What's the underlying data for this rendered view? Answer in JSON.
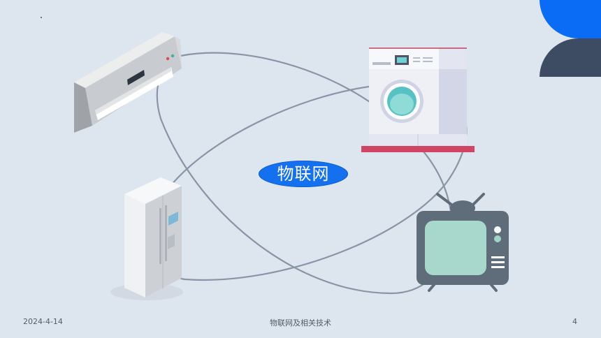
{
  "slide": {
    "center_label": "物联网",
    "footer": {
      "date": "2024-4-14",
      "title": "物联网及相关技术",
      "page_number": "4"
    }
  },
  "devices": [
    {
      "name": "air-conditioner",
      "icon": "air-conditioner-icon"
    },
    {
      "name": "washing-machine",
      "icon": "washing-machine-icon"
    },
    {
      "name": "refrigerator",
      "icon": "refrigerator-icon"
    },
    {
      "name": "television",
      "icon": "television-icon"
    }
  ],
  "colors": {
    "background": "#dde6ef",
    "accent_blue": "#0a6cf5",
    "accent_dark": "#3d4b63",
    "orbit_line": "#8995a6",
    "label_fill": "#1570f0"
  }
}
